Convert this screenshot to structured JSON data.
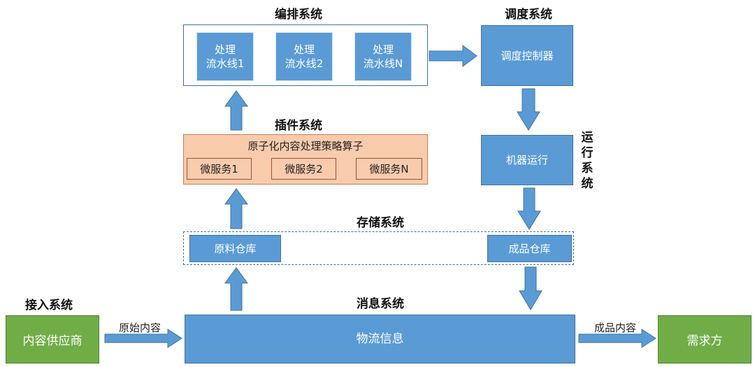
{
  "orchestration": {
    "title": "编排系统",
    "pipelines": [
      {
        "line1": "处理",
        "line2": "流水线1"
      },
      {
        "line1": "处理",
        "line2": "流水线2"
      },
      {
        "line1": "处理",
        "line2": "流水线N"
      }
    ]
  },
  "scheduling": {
    "title": "调度系统",
    "controller": "调度控制器"
  },
  "plugin": {
    "title": "插件系统",
    "operator": "原子化内容处理策略算子",
    "services": [
      "微服务1",
      "微服务2",
      "微服务N"
    ]
  },
  "runtime": {
    "title_chars": [
      "运",
      "行",
      "系",
      "统"
    ],
    "machine": "机器运行"
  },
  "storage": {
    "title": "存储系统",
    "raw": "原料仓库",
    "finished": "成品仓库"
  },
  "access": {
    "title": "接入系统",
    "provider": "内容供应商"
  },
  "messaging": {
    "title": "消息系统",
    "logistics": "物流信息"
  },
  "flows": {
    "raw_content": "原始内容",
    "finished_content": "成品内容"
  },
  "demand": {
    "label": "需求方"
  },
  "colors": {
    "blue": "#5b9bd5",
    "green": "#70ad47",
    "peach": "#f8cbad"
  }
}
